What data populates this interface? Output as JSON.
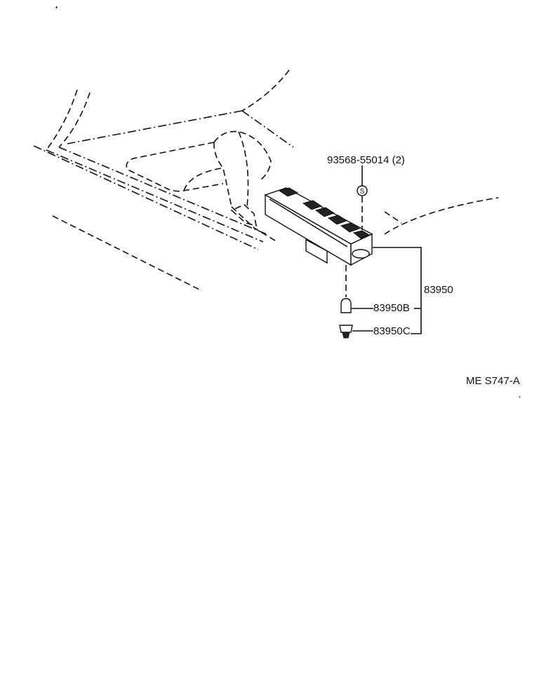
{
  "callouts": {
    "screw": "93568-55014 (2)",
    "assembly": "83950",
    "bulb": "83950B",
    "socket": "83950C"
  },
  "screw_symbol": "S",
  "diagram_code": "ME S747-A"
}
